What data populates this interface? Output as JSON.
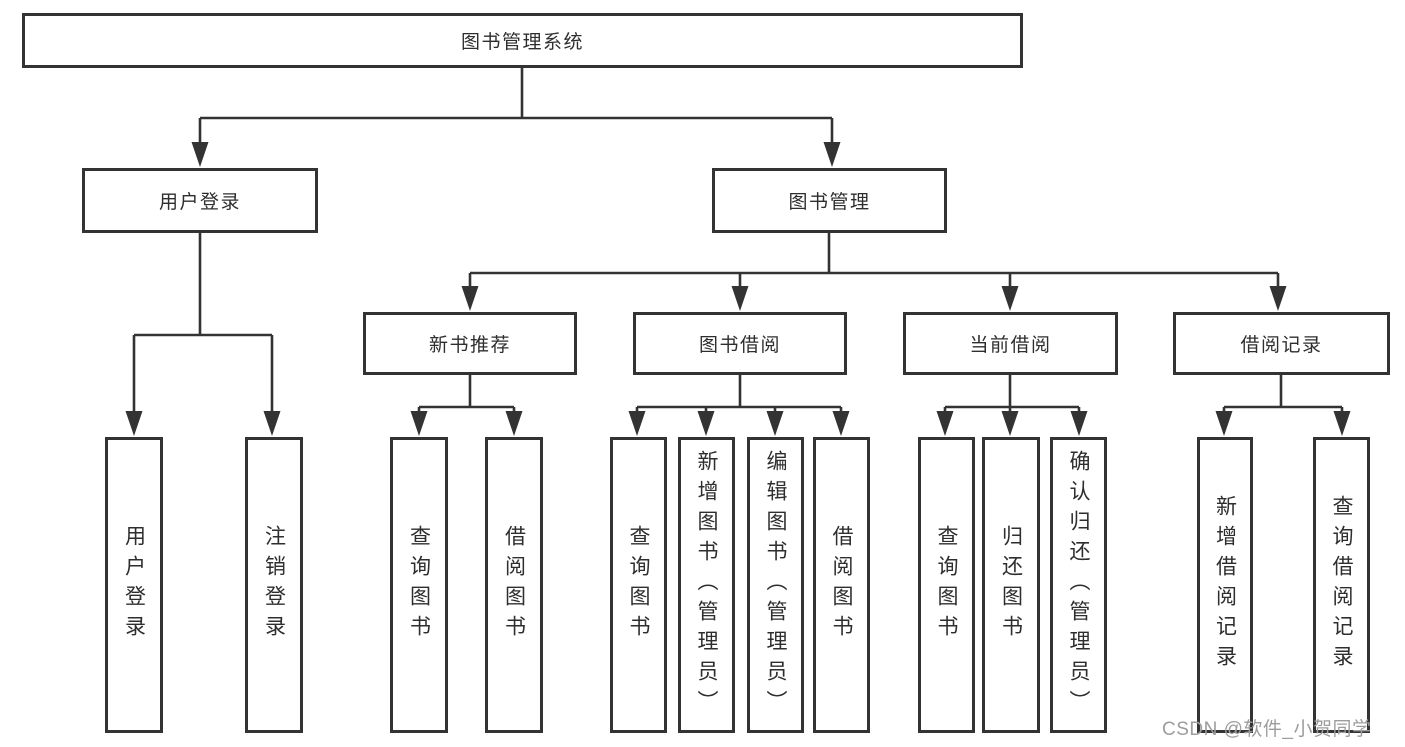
{
  "diagram": {
    "root": {
      "label": "图书管理系统"
    },
    "level2": [
      {
        "id": "user-login",
        "label": "用户登录"
      },
      {
        "id": "book-management",
        "label": "图书管理"
      }
    ],
    "level3": [
      {
        "id": "new-book-recommend",
        "label": "新书推荐"
      },
      {
        "id": "book-borrowing",
        "label": "图书借阅"
      },
      {
        "id": "current-borrowing",
        "label": "当前借阅"
      },
      {
        "id": "borrowing-records",
        "label": "借阅记录"
      }
    ],
    "leaves": [
      {
        "id": "user-login",
        "label": "用户登录"
      },
      {
        "id": "logout",
        "label": "注销登录"
      },
      {
        "id": "nbr-query-books",
        "label": "查询图书"
      },
      {
        "id": "nbr-borrow-books",
        "label": "借阅图书"
      },
      {
        "id": "bb-query-books",
        "label": "查询图书"
      },
      {
        "id": "bb-add-books-admin",
        "label": "新增图书（管理员）"
      },
      {
        "id": "bb-edit-books-admin",
        "label": "编辑图书（管理员）"
      },
      {
        "id": "bb-borrow-books",
        "label": "借阅图书"
      },
      {
        "id": "cb-query-books",
        "label": "查询图书"
      },
      {
        "id": "cb-return-books",
        "label": "归还图书"
      },
      {
        "id": "cb-confirm-return-admin",
        "label": "确认归还（管理员）"
      },
      {
        "id": "br-add-record",
        "label": "新增借阅记录"
      },
      {
        "id": "br-query-record",
        "label": "查询借阅记录"
      }
    ]
  },
  "watermark": {
    "text": "CSDN @软件_小贺同学"
  },
  "colors": {
    "line": "#333333",
    "box_border": "#333333",
    "text": "#2e2e2e",
    "watermark": "#9d9d9d",
    "background": "#ffffff"
  }
}
